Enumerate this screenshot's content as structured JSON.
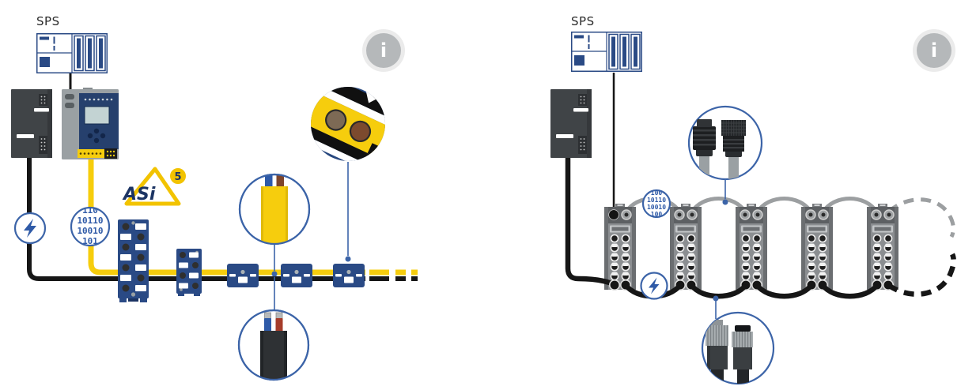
{
  "colors": {
    "navy": "#2a4a85",
    "navydark": "#1c3463",
    "yellow": "#f6cd0d",
    "black": "#161616",
    "graycable": "#9c9fa1",
    "blueline": "#3c64a8",
    "binary": "#2f5aa7",
    "psu": "#404447",
    "modulegray": "#8b8e91",
    "info": "#b5b8ba"
  },
  "icons": {
    "lightning-icon": "power feed bolt",
    "binary-icon": "data stream digits",
    "info-icon": "i",
    "arrow-down-icon": "piercing direction arrow"
  },
  "info": {
    "glyph": "i"
  },
  "left": {
    "sps_label": "SPS",
    "asi_logo": {
      "name": "ASi",
      "version": "5"
    },
    "binary_rows": [
      "110",
      "10110",
      "10010",
      "101"
    ]
  },
  "right": {
    "sps_label": "SPS",
    "binary_rows": [
      "100",
      "10110",
      "10010",
      "100"
    ]
  }
}
